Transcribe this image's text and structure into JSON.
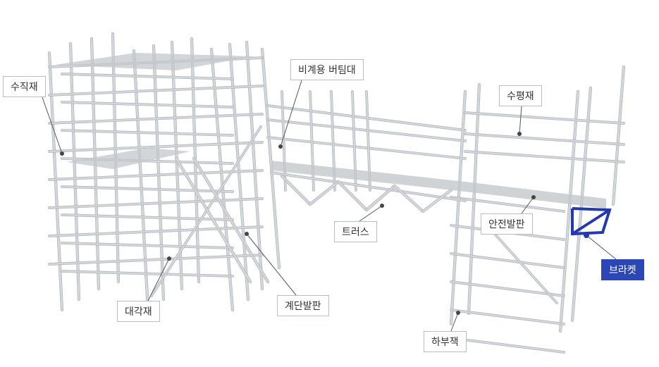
{
  "labels": {
    "vertical": "수직재",
    "diagonal": "대각재",
    "stair": "계단발판",
    "scaffold_brace": "비계용 버팀대",
    "truss": "트러스",
    "horizontal": "수평재",
    "safety_plank": "안전발판",
    "base_jack": "하부잭",
    "bracket": "브라켓"
  },
  "colors": {
    "pipe": "#d3d6da",
    "pipe_dark": "#a9aeb4",
    "plank": "#c4c8cc",
    "leader": "#555555",
    "bracket": "#2438b0"
  }
}
